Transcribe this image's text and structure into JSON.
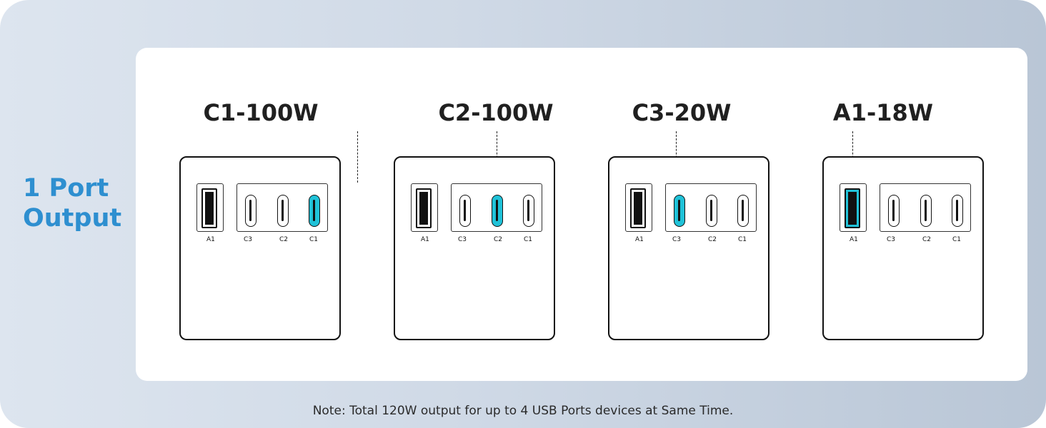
{
  "side_title": {
    "line1": "1 Port",
    "line2": "Output"
  },
  "units": [
    {
      "title": "C1-100W",
      "active_port": "C1"
    },
    {
      "title": "C2-100W",
      "active_port": "C2"
    },
    {
      "title": "C3-20W",
      "active_port": "C3"
    },
    {
      "title": "A1-18W",
      "active_port": "A1"
    }
  ],
  "port_labels": {
    "a1": "A1",
    "c3": "C3",
    "c2": "C2",
    "c1": "C1"
  },
  "highlight_color": "#20c2d8",
  "note": "Note: Total 120W output for up to 4 USB Ports devices at Same Time."
}
